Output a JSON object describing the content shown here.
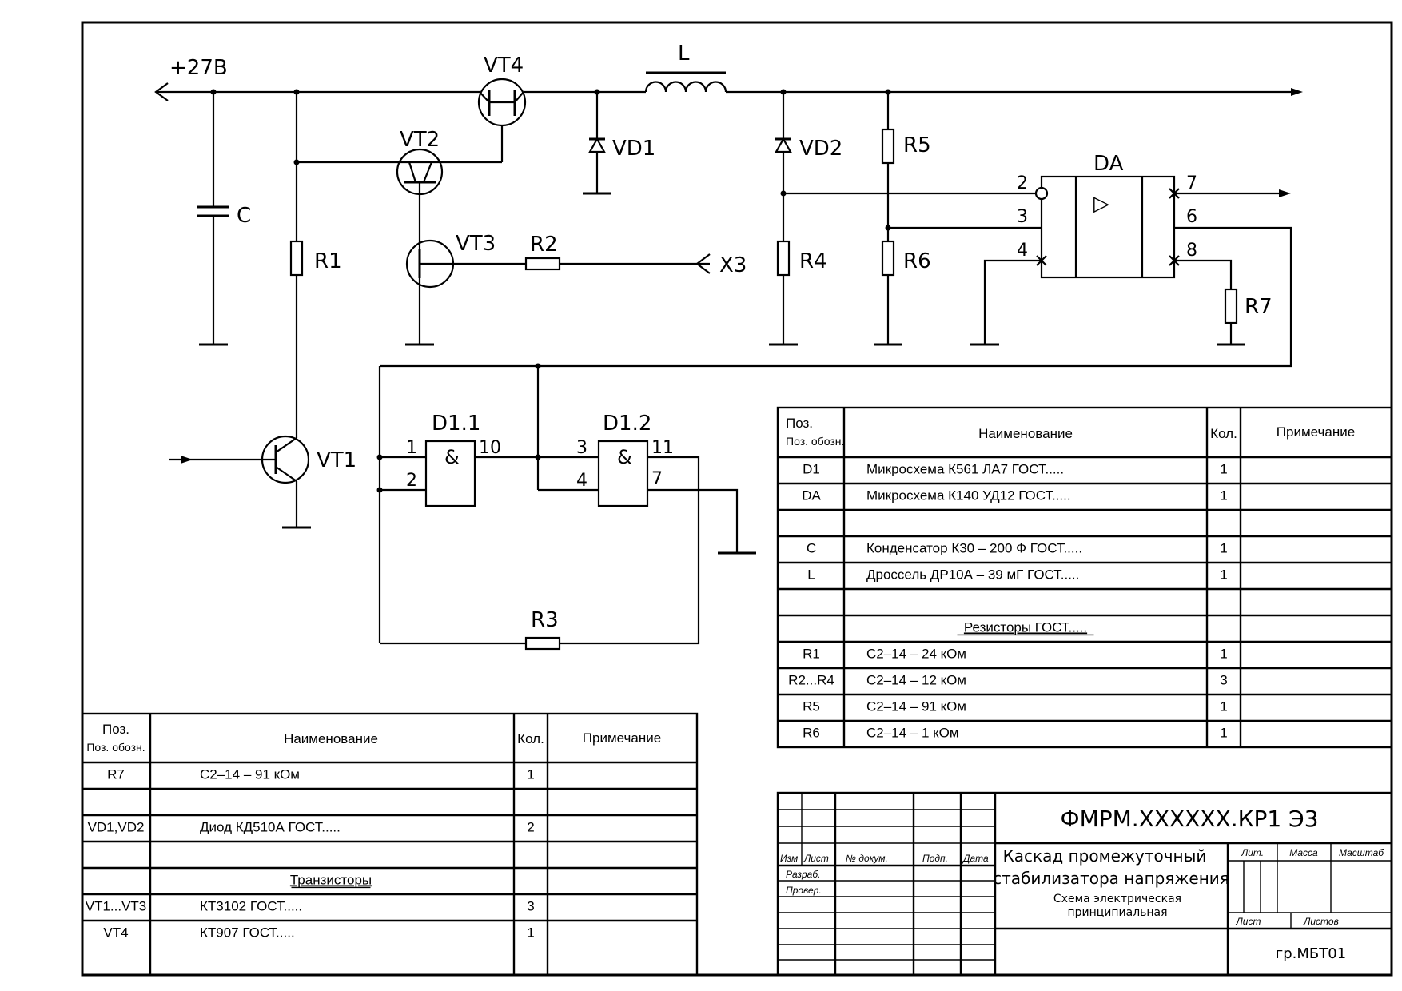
{
  "schematic": {
    "supply_label": "+27В",
    "components": {
      "C": "C",
      "R1": "R1",
      "R2": "R2",
      "R3": "R3",
      "R4": "R4",
      "R5": "R5",
      "R6": "R6",
      "R7": "R7",
      "L": "L",
      "VT1": "VT1",
      "VT2": "VT2",
      "VT3": "VT3",
      "VT4": "VT4",
      "VD1": "VD1",
      "VD2": "VD2",
      "DA": "DA",
      "D1_1": "D1.1",
      "D1_2": "D1.2",
      "X3": "X3"
    },
    "da_pins": {
      "p2": "2",
      "p3": "3",
      "p4": "4",
      "p6": "6",
      "p7": "7",
      "p8": "8"
    },
    "da_symbol": "▷",
    "d11_pins": {
      "p1": "1",
      "p2": "2",
      "p10": "10"
    },
    "d12_pins": {
      "p3": "3",
      "p4": "4",
      "p11": "11",
      "p7": "7"
    },
    "gate_symbol": "&"
  },
  "parts_list_right": {
    "headers": {
      "pos": "Поз. обозн.",
      "name": "Наименование",
      "qty": "Кол.",
      "note": "Примечание"
    },
    "rows": [
      {
        "pos": "D1",
        "name": "Микросхема  К561 ЛА7   ГОСТ.....",
        "qty": "1",
        "note": ""
      },
      {
        "pos": "DA",
        "name": "Микросхема  К140  УД12  ГОСТ.....",
        "qty": "1",
        "note": ""
      },
      {
        "pos": "",
        "name": "",
        "qty": "",
        "note": ""
      },
      {
        "pos": "C",
        "name": "Конденсатор  К30  –  200  Ф    ГОСТ.....",
        "qty": "1",
        "note": ""
      },
      {
        "pos": "L",
        "name": "Дроссель  ДР10А  –  39  мГ    ГОСТ.....",
        "qty": "1",
        "note": ""
      },
      {
        "pos": "",
        "name": "",
        "qty": "",
        "note": ""
      },
      {
        "pos": "",
        "name": "Резисторы ГОСТ.....",
        "qty": "",
        "note": ""
      },
      {
        "pos": "R1",
        "name": "С2–14   –  24  кОм",
        "qty": "1",
        "note": ""
      },
      {
        "pos": "R2...R4",
        "name": "С2–14   –  12  кОм",
        "qty": "3",
        "note": ""
      },
      {
        "pos": "R5",
        "name": "С2–14   –  91  кОм",
        "qty": "1",
        "note": ""
      },
      {
        "pos": "R6",
        "name": "С2–14   –  1  кОм",
        "qty": "1",
        "note": ""
      }
    ]
  },
  "parts_list_left": {
    "headers": {
      "pos": "Поз. обозн.",
      "name": "Наименование",
      "qty": "Кол.",
      "note": "Примечание"
    },
    "rows": [
      {
        "pos": "R7",
        "name": "С2–14   –  91  кОм",
        "qty": "1",
        "note": ""
      },
      {
        "pos": "",
        "name": "",
        "qty": "",
        "note": ""
      },
      {
        "pos": "VD1,VD2",
        "name": "Диод  КД510А    ГОСТ.....",
        "qty": "2",
        "note": ""
      },
      {
        "pos": "",
        "name": "",
        "qty": "",
        "note": ""
      },
      {
        "pos": "",
        "name": "Транзисторы",
        "qty": "",
        "note": ""
      },
      {
        "pos": "VT1...VT3",
        "name": "КТ3102   ГОСТ.....",
        "qty": "3",
        "note": ""
      },
      {
        "pos": "VT4",
        "name": "КТ907   ГОСТ.....",
        "qty": "1",
        "note": ""
      }
    ]
  },
  "title_block": {
    "doc_code": "ФМРМ.XXXXXX.КР1  Э3",
    "title_line1": "Каскад промежуточный",
    "title_line2": "стабилизатора напряжения",
    "subtitle_line1": "Схема электрическая",
    "subtitle_line2": "принципиальная",
    "col_izm": "Изм",
    "col_list": "Лист",
    "col_docnum": "№ докум.",
    "col_sign": "Подп.",
    "col_date": "Дата",
    "row_razrab": "Разраб.",
    "row_prover": "Провер.",
    "lit": "Лит.",
    "mass": "Масса",
    "scale": "Масштаб",
    "sheet": "Лист",
    "sheets": "Листов",
    "group": "гр.МБТ01"
  }
}
